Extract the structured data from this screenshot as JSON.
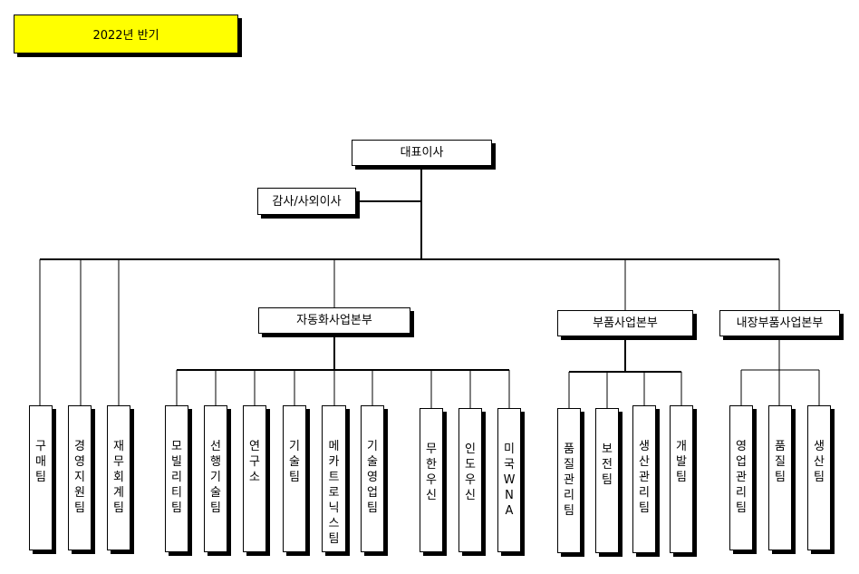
{
  "title": "2022년 반기",
  "ceo": "대표이사",
  "auditor": "감사/사외이사",
  "direct_teams": [
    "구매팀",
    "경영지원팀",
    "재무회계팀"
  ],
  "divisions": [
    {
      "name": "자동화사업본부",
      "teams": [
        "모빌리티팀",
        "선행기술팀",
        "연구소",
        "기술팀",
        "메카트로닉스팀",
        "기술영업팀",
        "무한우신",
        "인도우신",
        "미국WNA"
      ]
    },
    {
      "name": "부품사업본부",
      "teams": [
        "품질관리팀",
        "보전팀",
        "생산관리팀",
        "개발팀"
      ]
    },
    {
      "name": "내장부품사업본부",
      "teams": [
        "영업관리팀",
        "품질팀",
        "생산팀"
      ]
    }
  ]
}
